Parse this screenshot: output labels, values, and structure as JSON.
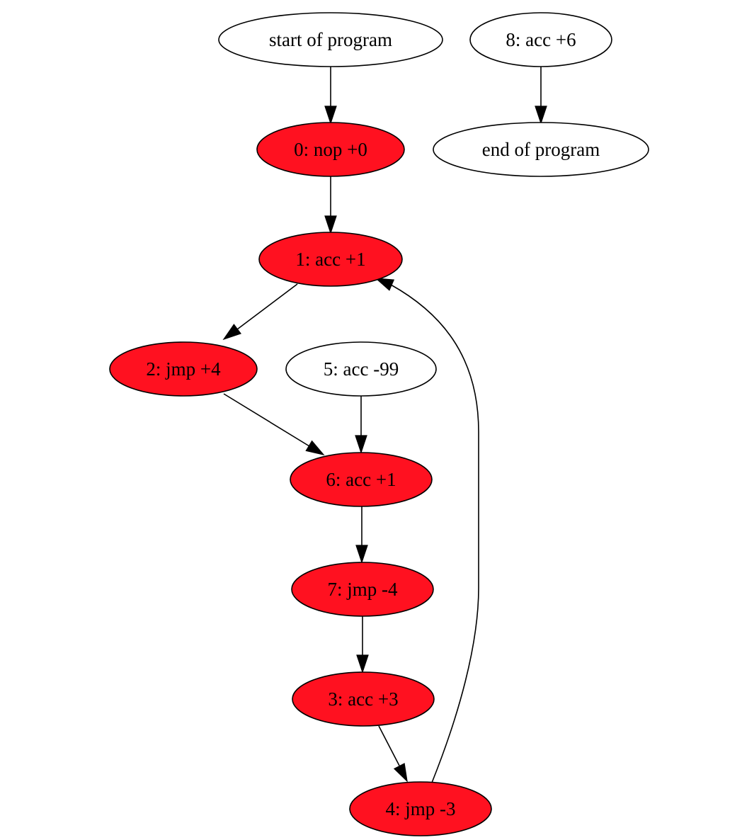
{
  "colors": {
    "visited": "#ff1120",
    "unvisited": "#ffffff",
    "outline": "#000000"
  },
  "nodes": [
    {
      "id": "start",
      "label": "start of program",
      "visited": false
    },
    {
      "id": "n8",
      "label": "8: acc +6",
      "visited": false
    },
    {
      "id": "n0",
      "label": "0: nop +0",
      "visited": true
    },
    {
      "id": "end",
      "label": "end of program",
      "visited": false
    },
    {
      "id": "n1",
      "label": "1: acc +1",
      "visited": true
    },
    {
      "id": "n2",
      "label": "2: jmp +4",
      "visited": true
    },
    {
      "id": "n5",
      "label": "5: acc -99",
      "visited": false
    },
    {
      "id": "n6",
      "label": "6: acc +1",
      "visited": true
    },
    {
      "id": "n7",
      "label": "7: jmp -4",
      "visited": true
    },
    {
      "id": "n3",
      "label": "3: acc +3",
      "visited": true
    },
    {
      "id": "n4",
      "label": "4: jmp -3",
      "visited": true
    }
  ],
  "edges": [
    {
      "from": "start",
      "to": "n0"
    },
    {
      "from": "n8",
      "to": "end"
    },
    {
      "from": "n0",
      "to": "n1"
    },
    {
      "from": "n1",
      "to": "n2"
    },
    {
      "from": "n2",
      "to": "n6"
    },
    {
      "from": "n5",
      "to": "n6"
    },
    {
      "from": "n6",
      "to": "n7"
    },
    {
      "from": "n7",
      "to": "n3"
    },
    {
      "from": "n3",
      "to": "n4"
    },
    {
      "from": "n4",
      "to": "n1"
    }
  ]
}
